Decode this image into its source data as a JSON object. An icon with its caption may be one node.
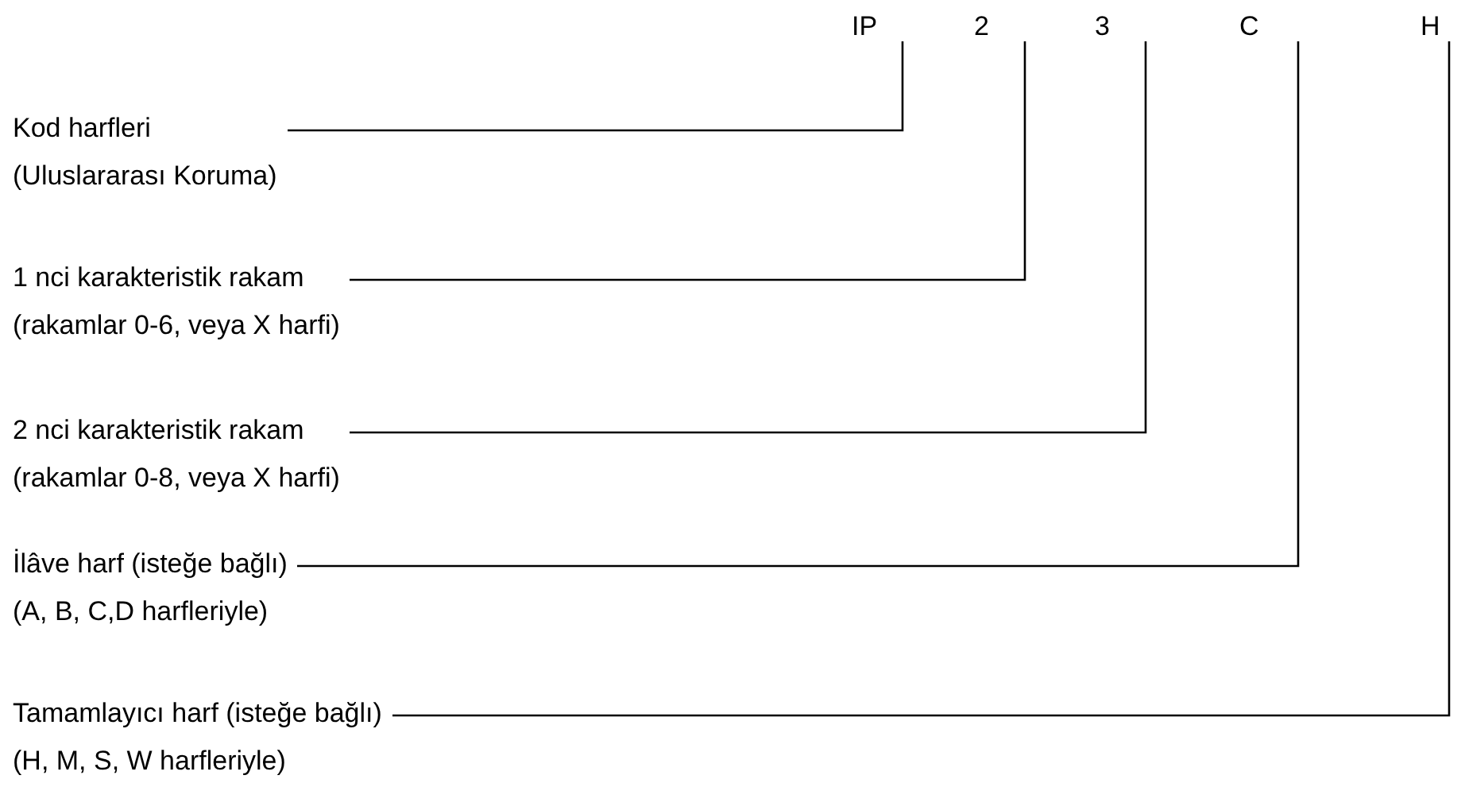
{
  "diagram": {
    "nodes": [
      {
        "text": [
          "IP"
        ]
      },
      {
        "text": [
          "2"
        ]
      },
      {
        "text": [
          "3"
        ]
      },
      {
        "text": [
          "C"
        ]
      },
      {
        "text": [
          "H"
        ]
      },
      {
        "text": [
          "Kod harfleri",
          "(Uluslararası Koruma)"
        ]
      },
      {
        "text": [
          "1 nci karakteristik rakam",
          "(rakamlar 0-6, veya X harfi)"
        ]
      },
      {
        "text": [
          "2 nci karakteristik rakam",
          "(rakamlar 0-8, veya X harfi)"
        ]
      },
      {
        "text": [
          "İlâve harf (isteğe bağlı)",
          "(A, B, C,D harfleriyle)"
        ]
      },
      {
        "text": [
          "Tamamlayıcı harf (isteğe bağlı)",
          "(H, M, S, W harfleriyle)"
        ]
      }
    ],
    "edges": [
      {
        "from": 5,
        "to": 0,
        "arrow": "none"
      },
      {
        "from": 6,
        "to": 1,
        "arrow": "none"
      },
      {
        "from": 7,
        "to": 2,
        "arrow": "none"
      },
      {
        "from": 8,
        "to": 3,
        "arrow": "none"
      },
      {
        "from": 9,
        "to": 4,
        "arrow": "none"
      }
    ]
  }
}
